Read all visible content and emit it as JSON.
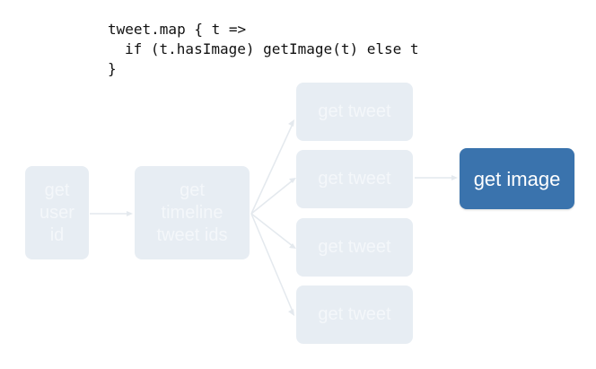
{
  "code": {
    "lines": [
      "tweet.map { t =>",
      "if (t.hasImage) getImage(t) else t",
      "}"
    ]
  },
  "diagram": {
    "nodes": {
      "get_user_id": [
        "get",
        "user",
        "id"
      ],
      "get_timeline_tweet_ids": [
        "get",
        "timeline",
        "tweet ids"
      ],
      "get_tweet_1": "get tweet",
      "get_tweet_2": "get tweet",
      "get_tweet_3": "get tweet",
      "get_tweet_4": "get tweet",
      "get_image": "get image"
    },
    "colors": {
      "faded_node": "#e7edf3",
      "faded_text": "#f4f7fa",
      "edge": "#e4e9ee",
      "highlight_node": "#3a73ad",
      "highlight_text": "#ffffff"
    }
  }
}
